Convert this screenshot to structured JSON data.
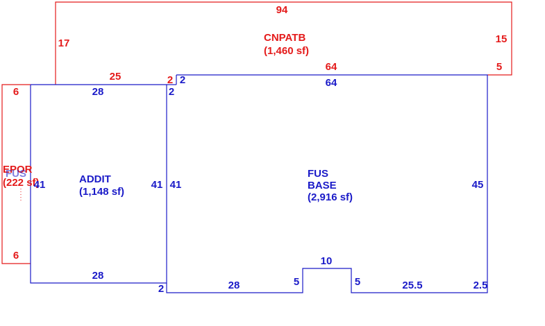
{
  "colors": {
    "red": "#e41a1a",
    "blue": "#1a1ac8"
  },
  "areas": {
    "cnpatb": {
      "name": "CNPATB",
      "area": "(1,460 sf)"
    },
    "epor": {
      "name": "EPOR",
      "area": "(222 sf)",
      "overlap": "FUS"
    },
    "addit": {
      "name": "ADDIT",
      "area": "(1,148 sf)"
    },
    "fus": {
      "name1": "FUS",
      "name2": "BASE",
      "area": "(2,916 sf)"
    }
  },
  "dims": {
    "cnpatb_top": "94",
    "cnpatb_left": "17",
    "cnpatb_right": "15",
    "cnpatb_inner_left": "25",
    "cnpatb_inner_step": "2",
    "cnpatb_inner_bottom": "64",
    "cnpatb_right_step": "5",
    "epor_top": "6",
    "epor_bottom": "6",
    "epor_side": "41",
    "addit_top": "28",
    "addit_right_step": "2",
    "addit_left": "41",
    "addit_right": "41",
    "addit_bottom": "28",
    "addit_bottom_step": "2",
    "fus_top_step": "2",
    "fus_top": "64",
    "fus_right": "45",
    "fus_bottom_left": "28",
    "fus_notch_left": "5",
    "fus_notch_top": "10",
    "fus_notch_right": "5",
    "fus_bottom_right": "25.5",
    "fus_corner": "2.5"
  }
}
